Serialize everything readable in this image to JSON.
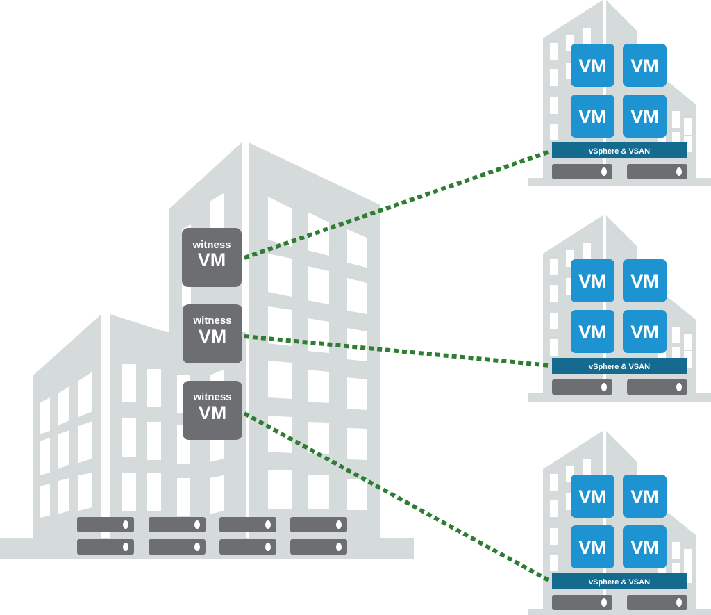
{
  "diagram": {
    "title": "vSAN stretched clusters with shared witness site",
    "colors": {
      "building": "#d5dbdb",
      "vm_tile": "#1d93d2",
      "witness_tile": "#6d6e71",
      "server": "#6d6e71",
      "platform_bar": "#156a90",
      "link": "#2e7d32"
    },
    "witness_site": {
      "witness_vms": [
        {
          "line1": "witness",
          "line2": "VM"
        },
        {
          "line1": "witness",
          "line2": "VM"
        },
        {
          "line1": "witness",
          "line2": "VM"
        }
      ],
      "server_count": 8
    },
    "remote_sites": [
      {
        "vms": [
          "VM",
          "VM",
          "VM",
          "VM"
        ],
        "platform_label": "vSphere & VSAN",
        "server_count": 2
      },
      {
        "vms": [
          "VM",
          "VM",
          "VM",
          "VM"
        ],
        "platform_label": "vSphere & VSAN",
        "server_count": 2
      },
      {
        "vms": [
          "VM",
          "VM",
          "VM",
          "VM"
        ],
        "platform_label": "vSphere & VSAN",
        "server_count": 2
      }
    ],
    "links": [
      {
        "from": "witness-vm-1",
        "to": "remote-site-1"
      },
      {
        "from": "witness-vm-2",
        "to": "remote-site-2"
      },
      {
        "from": "witness-vm-3",
        "to": "remote-site-3"
      }
    ]
  }
}
